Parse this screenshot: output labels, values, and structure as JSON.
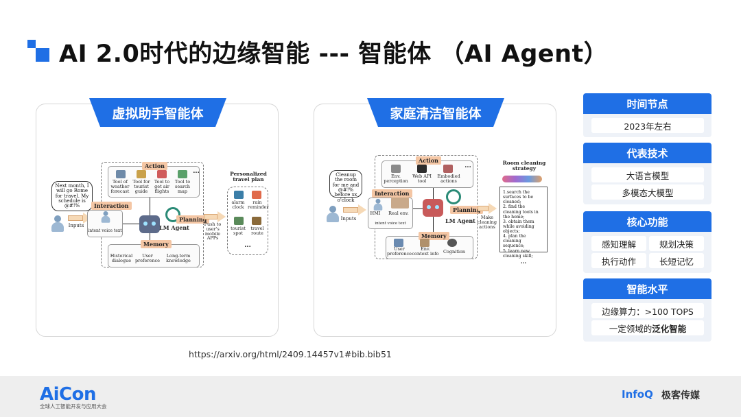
{
  "header": {
    "title": "AI 2.0时代的边缘智能 --- 智能体 （AI Agent）"
  },
  "colors": {
    "accent": "#1f6fe5",
    "tag": "#f4c6a4",
    "footer": "#eeeeee"
  },
  "left_panel": {
    "tab": "虚拟助手智能体",
    "diagram": {
      "bubble": "Next month, I will go Rome for travel. My schedule is @#!%",
      "inputs": "Inputs",
      "action_tag": "Action",
      "tools": [
        "Tool of weather forecast",
        "Tool for tourist guide",
        "Tool to get air flights",
        "Tool to search map"
      ],
      "ellipsis": "...",
      "interaction_tag": "Interaction",
      "interaction_items": "intent voice text",
      "agent_label": "LM Agent",
      "planning_tag": "Planning",
      "memory_tag": "Memory",
      "memory_items": [
        "Historical dialogue",
        "User preference",
        "Long-term knowledge"
      ],
      "push_text": "Push to user's mobile APPs",
      "plan_title": "Personalized travel plan",
      "plan_items": [
        "alarm clock",
        "rain reminder",
        "tourist spot",
        "travel route"
      ]
    }
  },
  "right_panel": {
    "tab": "家庭清洁智能体",
    "diagram": {
      "bubble": "Cleanup the room for me and @#!% before xx o'clock",
      "inputs": "Inputs",
      "action_tag": "Action",
      "actions": [
        "Env. perception",
        "Web API tool",
        "Embodied actions"
      ],
      "ellipsis": "...",
      "interaction_tag": "Interaction",
      "interaction_items": [
        "HMI",
        "Real env."
      ],
      "interaction_sub": "intent voice text",
      "planning_tag": "Planning",
      "agent_label": "LM Agent",
      "memory_tag": "Memory",
      "memory_items": [
        "User preference",
        "Env. context info",
        "Cognition"
      ],
      "make_text": "Make cleaning actions",
      "strategy_title": "Room cleaning strategy",
      "strategy_steps": [
        "1.search the surfaces to be cleaned;",
        "2. find the cleaning tools in the home;",
        "3. obtain them while avoiding objects;",
        "4. plan the cleaning sequence;",
        "5. learn new cleaning skill;"
      ]
    }
  },
  "cards": [
    {
      "title": "时间节点",
      "items": [
        "2023年左右"
      ]
    },
    {
      "title": "代表技术",
      "items": [
        "大语言模型",
        "多模态大模型"
      ]
    },
    {
      "title": "核心功能",
      "items": [
        "感知理解",
        "规划决策",
        "执行动作",
        "长短记忆"
      ]
    },
    {
      "title": "智能水平",
      "items": [
        "边缘算力：>100 TOPS",
        "一定领域的",
        "泛化智能"
      ]
    }
  ],
  "source_url": "https://arxiv.org/html/2409.14457v1#bib.bib51",
  "footer": {
    "aicon": "AiCon",
    "aicon_sub": "全球人工智能开发与应用大会",
    "infoq": "InfoQ",
    "infoq_cn": "极客传媒"
  }
}
